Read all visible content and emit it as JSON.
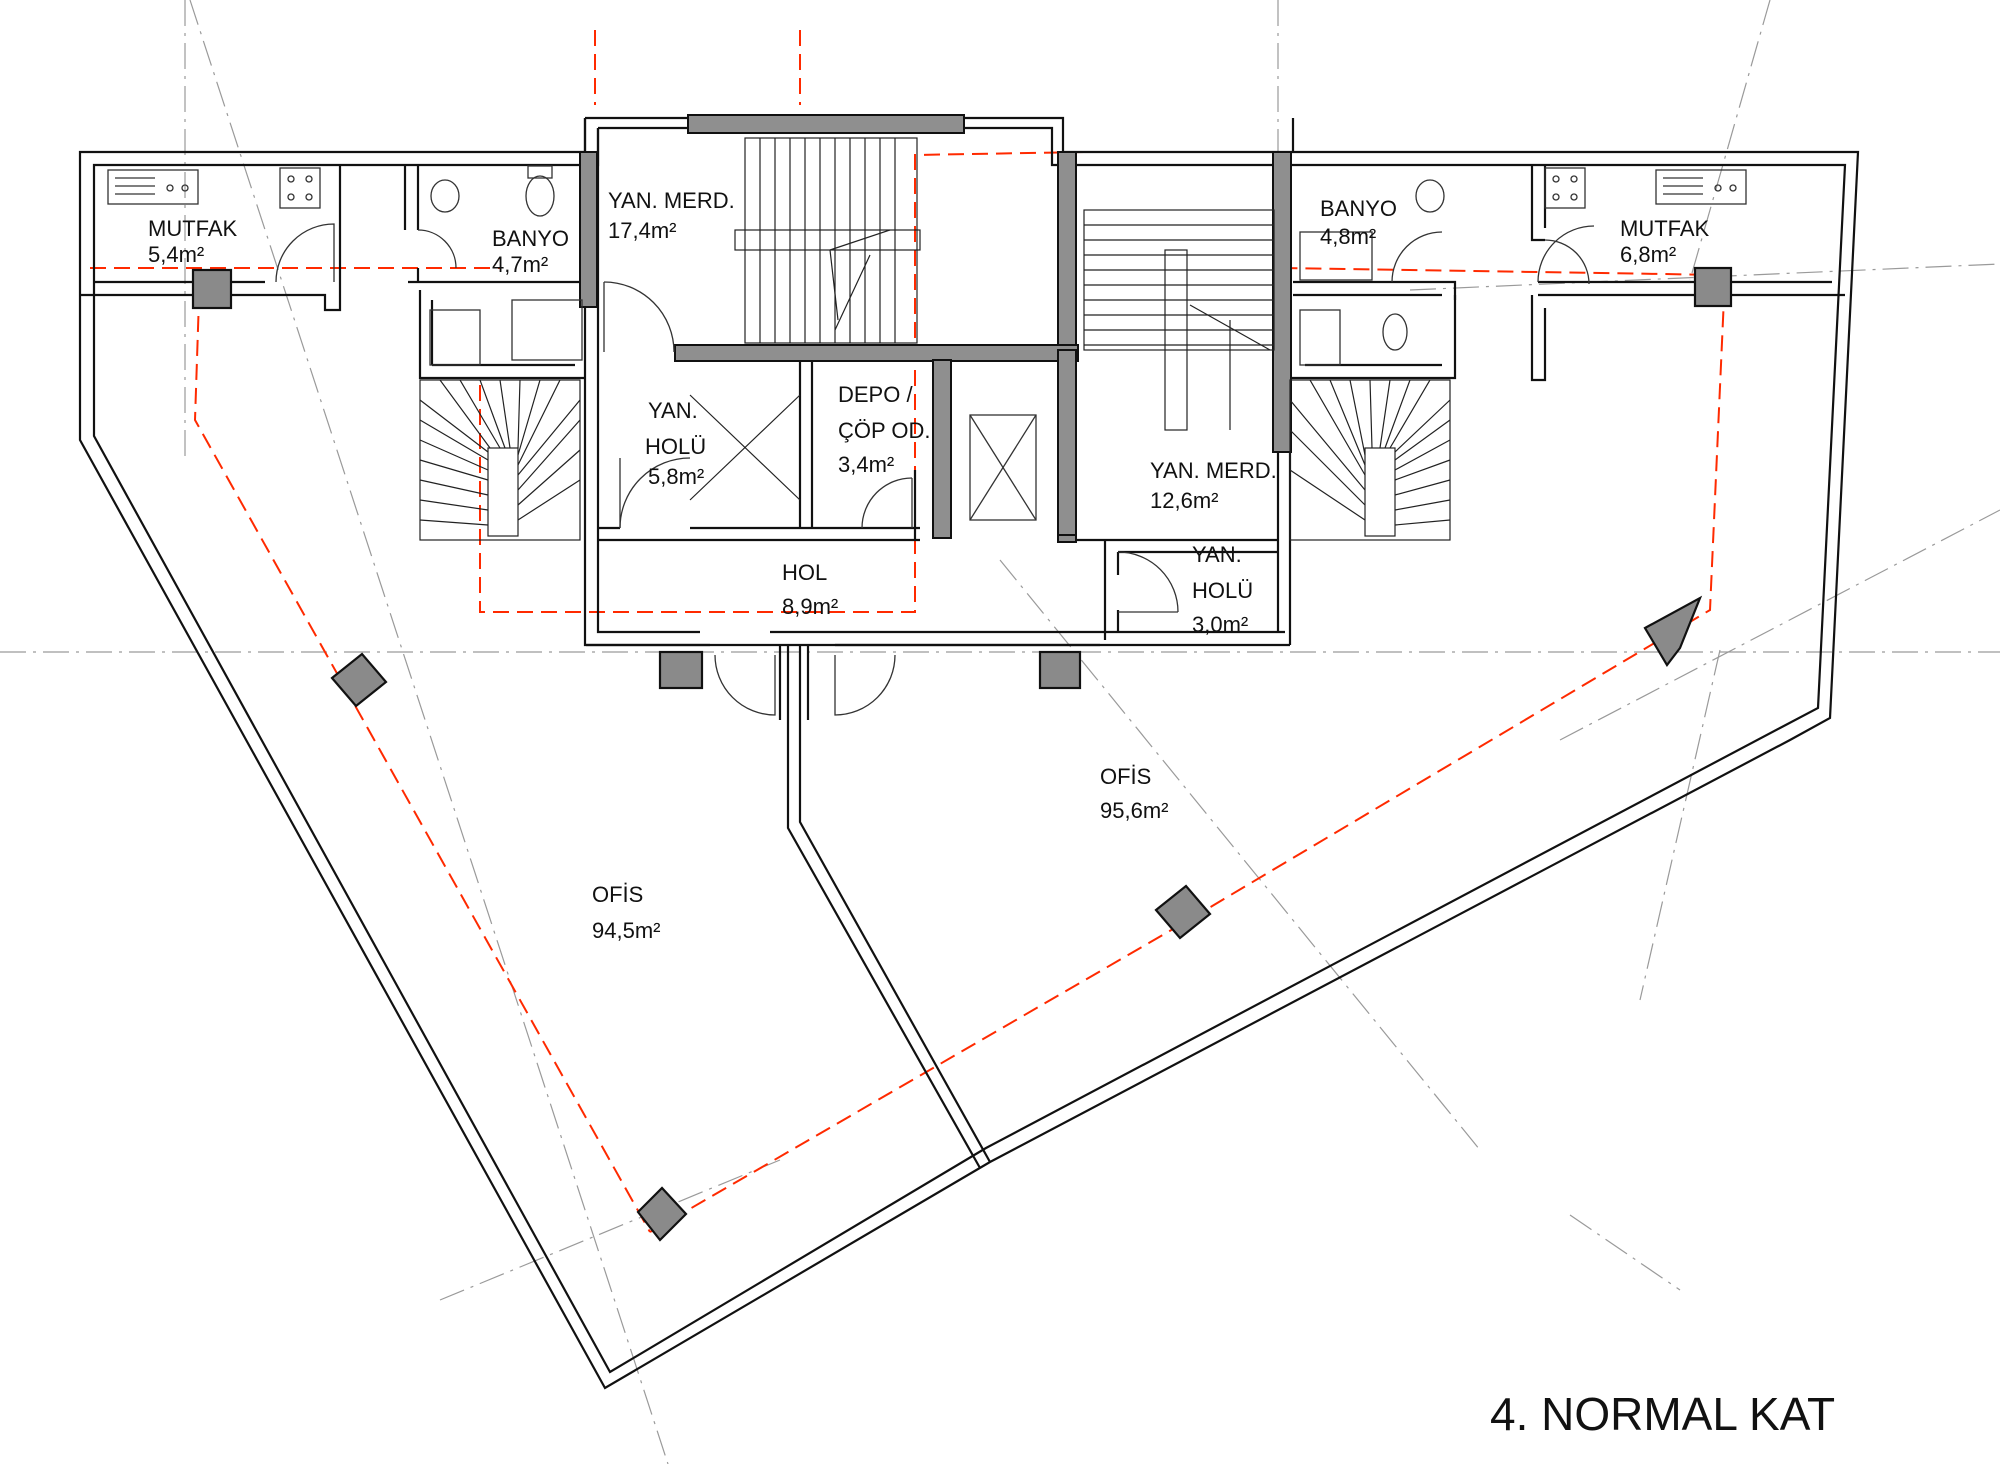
{
  "title": "4. NORMAL KAT",
  "rooms": {
    "mutfak_left": {
      "name": "MUTFAK",
      "area": "5,4m²"
    },
    "banyo_left": {
      "name": "BANYO",
      "area": "4,7m²"
    },
    "yan_merd_left": {
      "name": "YAN. MERD.",
      "area": "17,4m²"
    },
    "yan_holu_left": {
      "name_line1": "YAN.",
      "name_line2": "HOLÜ",
      "area": "5,8m²"
    },
    "depo": {
      "name_line1": "DEPO /",
      "name_line2": "ÇÖP OD.",
      "area": "3,4m²"
    },
    "hol": {
      "name": "HOL",
      "area": "8,9m²"
    },
    "banyo_right": {
      "name": "BANYO",
      "area": "4,8m²"
    },
    "mutfak_right": {
      "name": "MUTFAK",
      "area": "6,8m²"
    },
    "yan_merd_right": {
      "name": "YAN. MERD.",
      "area": "12,6m²"
    },
    "yan_holu_right": {
      "name_line1": "YAN.",
      "name_line2": "HOLÜ",
      "area": "3,0m²"
    },
    "ofis_right": {
      "name": "OFİS",
      "area": "95,6m²"
    },
    "ofis_left": {
      "name": "OFİS",
      "area": "94,5m²"
    }
  },
  "colors": {
    "wall": "#111111",
    "structural_axis": "#ff2a00",
    "grid_line": "#9a9a9a",
    "column_fill": "#8a8a8a"
  }
}
